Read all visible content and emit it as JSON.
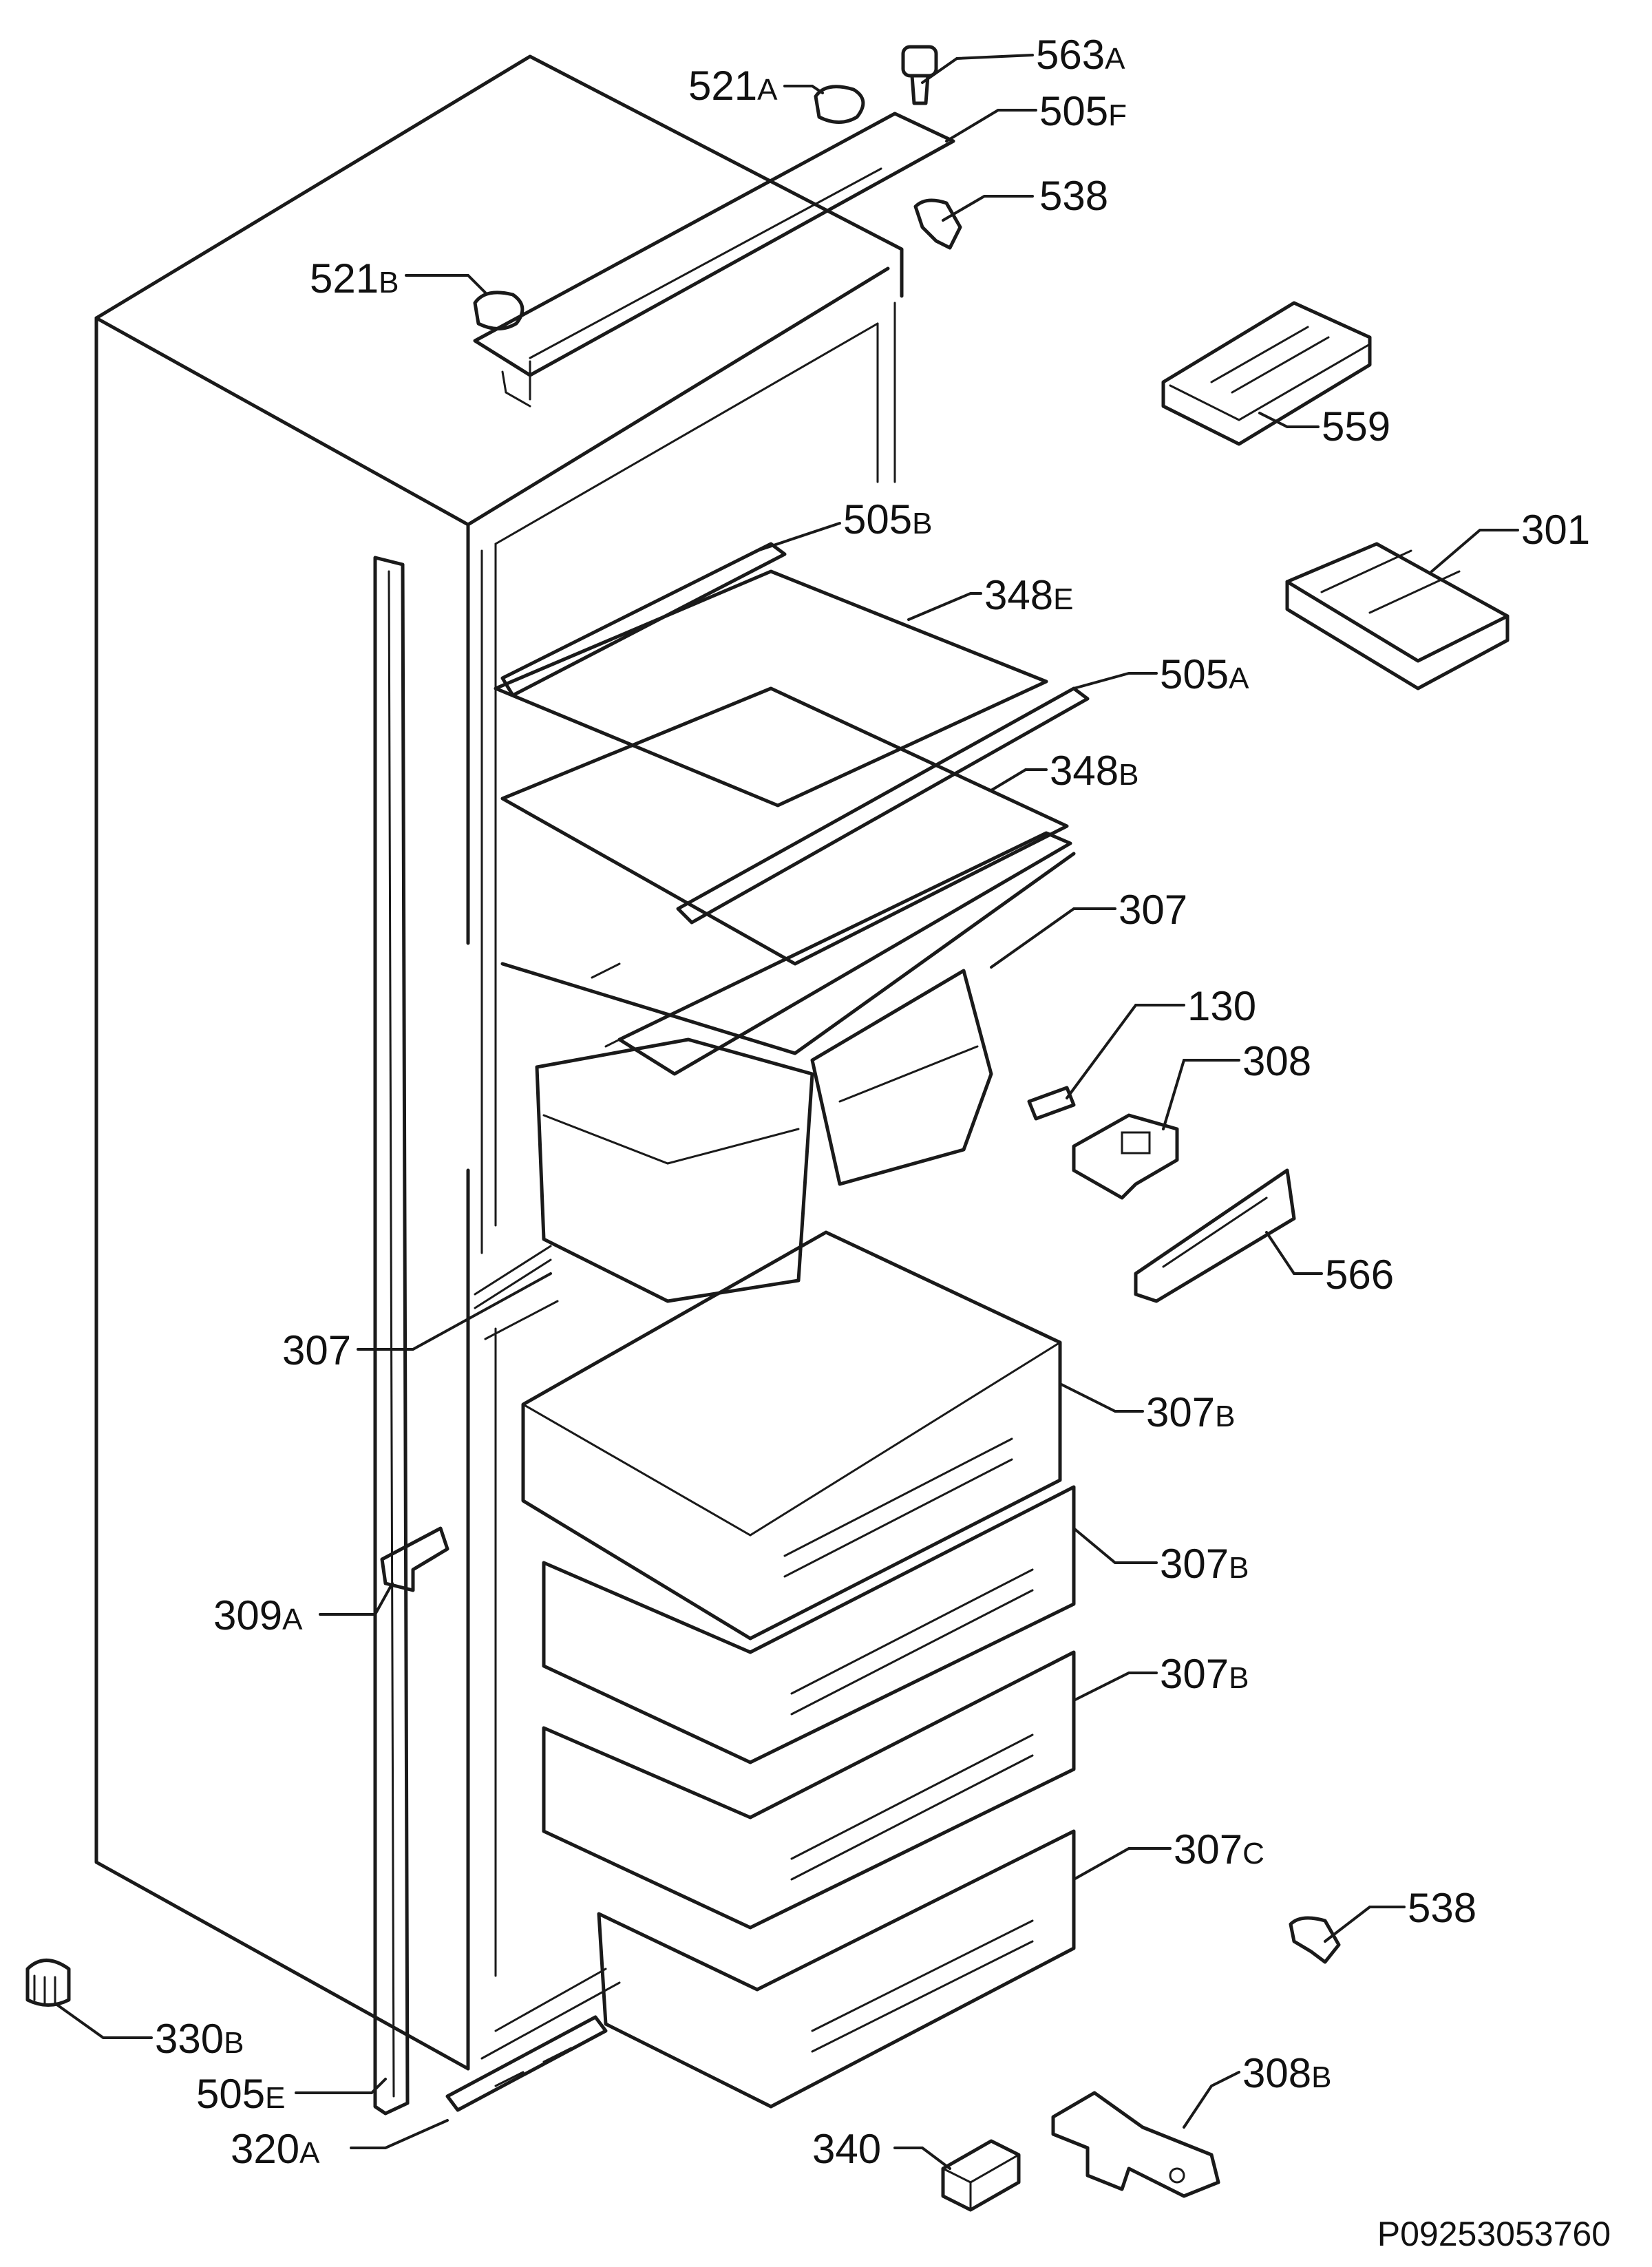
{
  "labels": {
    "p563A": {
      "n": "563",
      "s": "A"
    },
    "p521A": {
      "n": "521",
      "s": "A"
    },
    "p505F": {
      "n": "505",
      "s": "F"
    },
    "p538_top": {
      "n": "538",
      "s": ""
    },
    "p521B": {
      "n": "521",
      "s": "B"
    },
    "p559": {
      "n": "559",
      "s": ""
    },
    "p505B": {
      "n": "505",
      "s": "B"
    },
    "p301": {
      "n": "301",
      "s": ""
    },
    "p348E": {
      "n": "348",
      "s": "E"
    },
    "p505A": {
      "n": "505",
      "s": "A"
    },
    "p348B": {
      "n": "348",
      "s": "B"
    },
    "p307_right": {
      "n": "307",
      "s": ""
    },
    "p130": {
      "n": "130",
      "s": ""
    },
    "p308": {
      "n": "308",
      "s": ""
    },
    "p566": {
      "n": "566",
      "s": ""
    },
    "p307_left": {
      "n": "307",
      "s": ""
    },
    "p307B_1": {
      "n": "307",
      "s": "B"
    },
    "p307B_2": {
      "n": "307",
      "s": "B"
    },
    "p307B_3": {
      "n": "307",
      "s": "B"
    },
    "p309A": {
      "n": "309",
      "s": "A"
    },
    "p307C": {
      "n": "307",
      "s": "C"
    },
    "p538_bottom": {
      "n": "538",
      "s": ""
    },
    "p330B": {
      "n": "330",
      "s": "B"
    },
    "p308B": {
      "n": "308",
      "s": "B"
    },
    "p505E": {
      "n": "505",
      "s": "E"
    },
    "p320A": {
      "n": "320",
      "s": "A"
    },
    "p340": {
      "n": "340",
      "s": ""
    }
  },
  "drawing_code": "P09253053760"
}
